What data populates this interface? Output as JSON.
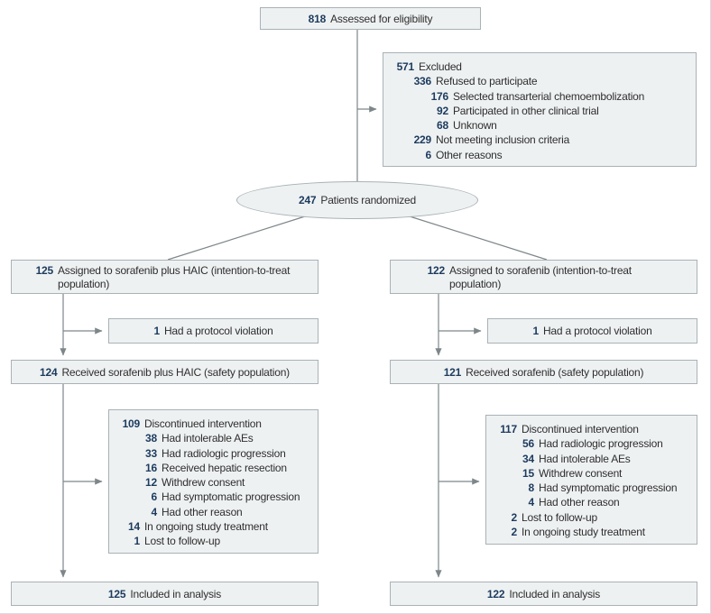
{
  "colors": {
    "accent_number": "#1c3b5e",
    "box_fill": "#eef1f2",
    "box_border": "#a9b2b6",
    "connector": "#7d878a",
    "text": "#2e2e2e"
  },
  "flow": {
    "eligibility": {
      "num": "818",
      "label": "Assessed for eligibility"
    },
    "excluded": {
      "lines": [
        {
          "num": "571",
          "text": "Excluded",
          "level": 0
        },
        {
          "num": "336",
          "text": "Refused to participate",
          "level": 1
        },
        {
          "num": "176",
          "text": "Selected transarterial chemoembolization",
          "level": 2
        },
        {
          "num": "92",
          "text": "Participated in other clinical trial",
          "level": 2
        },
        {
          "num": "68",
          "text": "Unknown",
          "level": 2
        },
        {
          "num": "229",
          "text": "Not meeting inclusion criteria",
          "level": 1
        },
        {
          "num": "6",
          "text": "Other reasons",
          "level": 1
        }
      ]
    },
    "randomized": {
      "num": "247",
      "label": "Patients randomized"
    },
    "arm_left": {
      "assigned": {
        "num": "125",
        "label": "Assigned to sorafenib plus HAIC (intention-to-treat\npopulation)"
      },
      "protocol_violation": {
        "num": "1",
        "label": "Had a protocol violation"
      },
      "safety": {
        "num": "124",
        "label": "Received sorafenib plus HAIC (safety population)"
      },
      "discontinued": {
        "lines": [
          {
            "num": "109",
            "text": "Discontinued intervention",
            "level": 0
          },
          {
            "num": "38",
            "text": "Had intolerable AEs",
            "level": 1
          },
          {
            "num": "33",
            "text": "Had radiologic progression",
            "level": 1
          },
          {
            "num": "16",
            "text": "Received hepatic resection",
            "level": 1
          },
          {
            "num": "12",
            "text": "Withdrew consent",
            "level": 1
          },
          {
            "num": "6",
            "text": "Had symptomatic progression",
            "level": 1
          },
          {
            "num": "4",
            "text": "Had other reason",
            "level": 1
          },
          {
            "num": "14",
            "text": "In ongoing study treatment",
            "level": 0
          },
          {
            "num": "1",
            "text": "Lost to follow-up",
            "level": 0
          }
        ]
      },
      "analysis": {
        "num": "125",
        "label": "Included in analysis"
      }
    },
    "arm_right": {
      "assigned": {
        "num": "122",
        "label": "Assigned to sorafenib (intention-to-treat\npopulation)"
      },
      "protocol_violation": {
        "num": "1",
        "label": "Had a protocol violation"
      },
      "safety": {
        "num": "121",
        "label": "Received sorafenib (safety population)"
      },
      "discontinued": {
        "lines": [
          {
            "num": "117",
            "text": "Discontinued intervention",
            "level": 0
          },
          {
            "num": "56",
            "text": "Had radiologic progression",
            "level": 1
          },
          {
            "num": "34",
            "text": "Had intolerable AEs",
            "level": 1
          },
          {
            "num": "15",
            "text": "Withdrew consent",
            "level": 1
          },
          {
            "num": "8",
            "text": "Had symptomatic progression",
            "level": 1
          },
          {
            "num": "4",
            "text": "Had other reason",
            "level": 1
          },
          {
            "num": "2",
            "text": "Lost to follow-up",
            "level": 0
          },
          {
            "num": "2",
            "text": "In ongoing study treatment",
            "level": 0
          }
        ]
      },
      "analysis": {
        "num": "122",
        "label": "Included in analysis"
      }
    }
  }
}
